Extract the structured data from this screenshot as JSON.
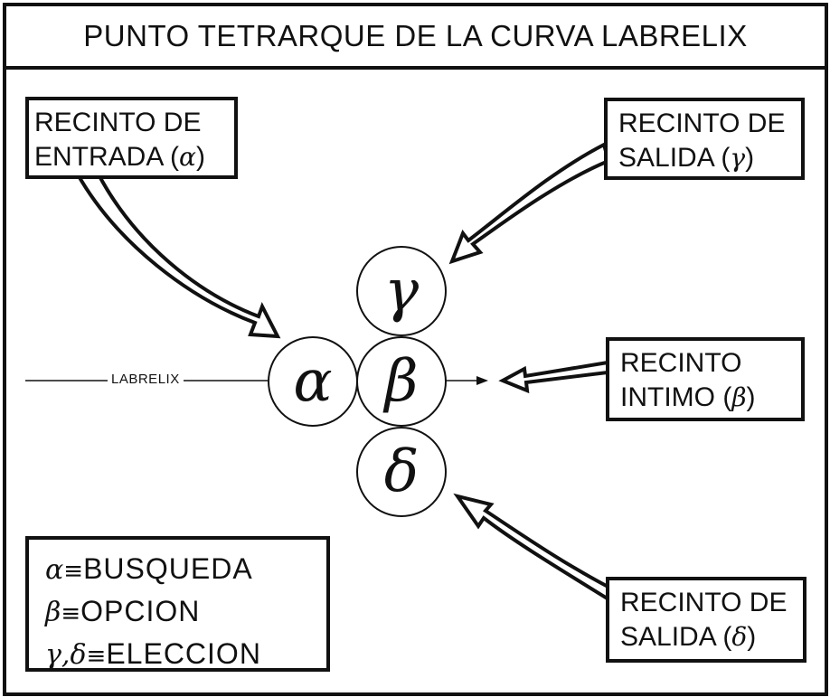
{
  "title": "PUNTO TETRARQUE DE LA CURVA LABRELIX",
  "line_label": "LABRELIX",
  "circles": {
    "alpha": "α",
    "beta": "β",
    "gamma": "γ",
    "delta": "δ"
  },
  "boxes": {
    "entrada": {
      "line1": "RECINTO DE",
      "line2": "ENTRADA (",
      "symbol": "α",
      "close": ")"
    },
    "salida_gamma": {
      "line1": "RECINTO DE",
      "line2": "SALIDA (",
      "symbol": "γ",
      "close": ")"
    },
    "intimo": {
      "line1": "RECINTO",
      "line2": "INTIMO (",
      "symbol": "β",
      "close": ")"
    },
    "salida_delta": {
      "line1": "RECINTO DE",
      "line2": "SALIDA (",
      "symbol": "δ",
      "close": ")"
    }
  },
  "legend": [
    {
      "symbol": "α",
      "equiv": "≡",
      "text": "BUSQUEDA"
    },
    {
      "symbol": "β",
      "equiv": "≡",
      "text": "OPCION"
    },
    {
      "symbol": "γ,δ",
      "equiv": "≡",
      "text": "ELECCION"
    }
  ]
}
